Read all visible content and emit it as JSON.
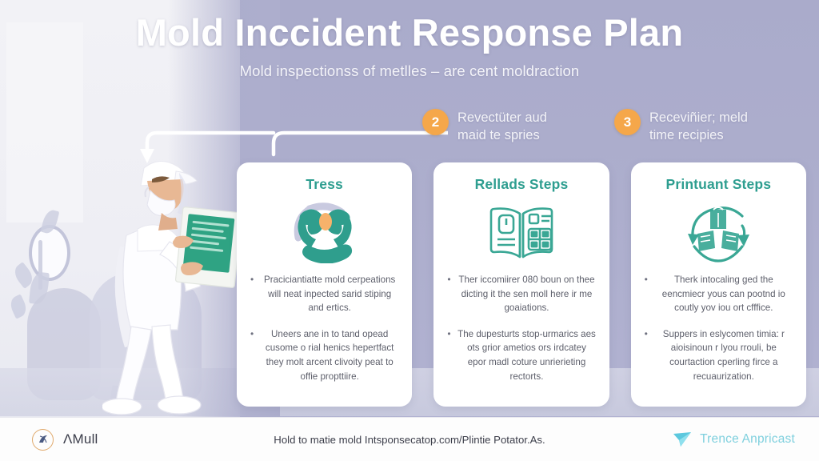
{
  "header": {
    "title": "Mold Inccident Response Plan",
    "subtitle": "Mold inspectionss of metlles – are cent moldraction"
  },
  "colors": {
    "background": "#adaecd",
    "card_background": "#ffffff",
    "card_title": "#2e9e90",
    "badge": "#f5a74a",
    "body_text": "#5d5f6b",
    "footer_accent": "#7fd0de",
    "brand_ring": "#e0a96b",
    "icon_teal": "#2f9e8d",
    "icon_orange": "#f6b26b"
  },
  "steps": [
    {
      "number": "2",
      "label": "Revectüter aud\nmaid te spries",
      "badge_name": "step-badge-2"
    },
    {
      "number": "3",
      "label": "Receviñier; meld\ntime recipies",
      "badge_name": "step-badge-3"
    }
  ],
  "connector": {
    "icon": "curved-arrow-left-down-icon"
  },
  "illustration": {
    "name": "mold-inspector-worker-illustration",
    "description": "worker in white ppe suit with cap mask face shield holding green clipboard"
  },
  "decor": {
    "mirror": "oval-mirror-shape",
    "plant": "plant-leaves-shape",
    "chair": "armchair-silhouette"
  },
  "cards": [
    {
      "title": "Tress",
      "icon": "caring-hands-circle-icon",
      "bullets": [
        "Praciciantiatte mold cerpeations will neat inpected sarid stiping and ertics.",
        "Uneers ane in to tand opead cusome o rial henics hepertfact they molt arcent clivoity peat to offie propttiire."
      ]
    },
    {
      "title": "Rellads Steps",
      "icon": "open-book-document-icon",
      "bullets": [
        "Ther iccomiirer 080 boun on thee dicting it the sen moll here ir me goaiations.",
        "The dupesturts stop-urmarics aes ots grior ametios ors irdcatey epor madl coture unrierieting rectorts."
      ]
    },
    {
      "title": "Printuant Steps",
      "icon": "recycle-boxes-icon",
      "bullets": [
        "Therk intocaling ged the eencmiecr yous can pootnd io coutly yov iou ort cfffice.",
        "Suppers in eslycomen timia: r aioisinoun r lyou rrouli, be courtaction cperling firce a recuaurization."
      ]
    }
  ],
  "footer": {
    "brand_mark": "circular-logo-icon",
    "brand_name": "ΛMull",
    "center_text": "Hold to matie mold Intsponsecatop.com/Plintie Potator.As.",
    "partner_mark": "paper-plane-icon",
    "partner_name": "Trence Anpricast"
  }
}
